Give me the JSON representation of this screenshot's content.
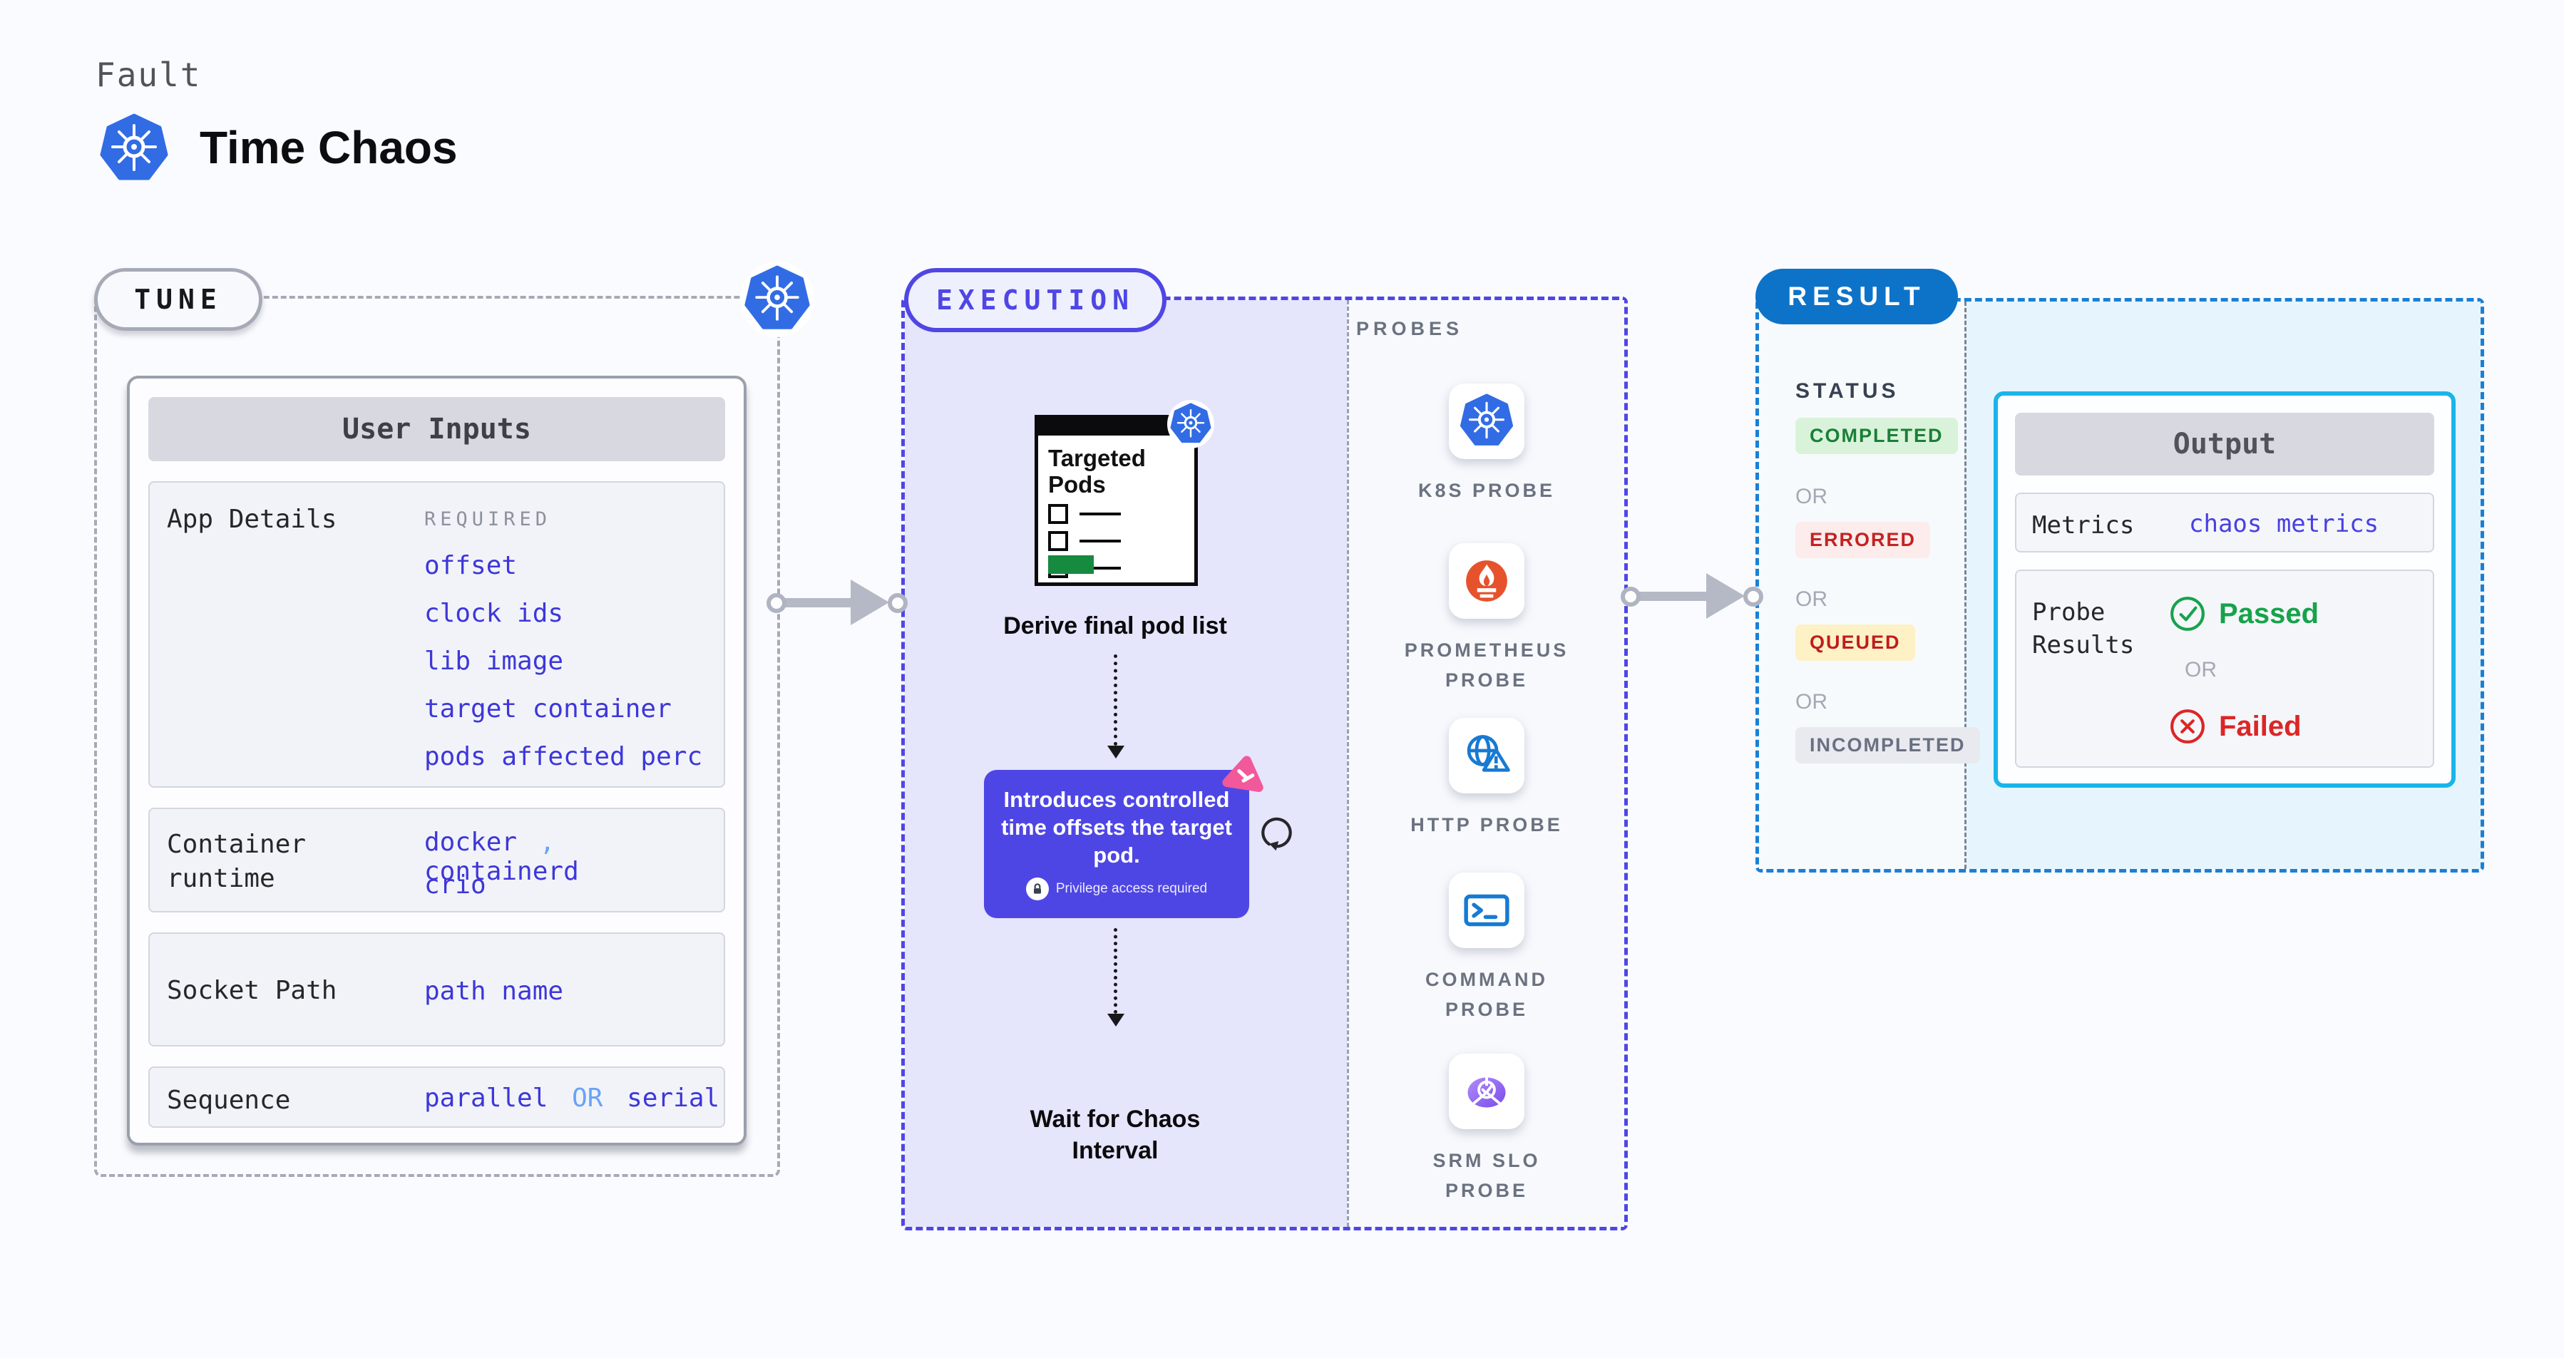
{
  "header": {
    "eyebrow": "Fault",
    "title": "Time Chaos"
  },
  "sections": {
    "tune": {
      "pill": "TUNE",
      "user_inputs": {
        "title": "User Inputs",
        "app_details": {
          "label": "App Details",
          "badge": "REQUIRED",
          "fields": [
            "offset",
            "clock ids",
            "lib image",
            "target container",
            "pods affected perc"
          ]
        },
        "container_runtime": {
          "label": "Container\nruntime",
          "part_a": "docker",
          "sep": ",",
          "part_b": "containerd",
          "line2": "crio"
        },
        "socket_path": {
          "label": "Socket Path",
          "value": "path name"
        },
        "sequence": {
          "label": "Sequence",
          "a": "parallel",
          "or": "OR",
          "b": "serial"
        }
      }
    },
    "execution": {
      "pill": "EXECUTION",
      "targeted_pods_title": "Targeted Pods",
      "derive_label": "Derive final pod list",
      "info_card": {
        "text": "Introduces controlled time offsets the target pod.",
        "note": "Privilege access required"
      },
      "wait_label": "Wait for Chaos Interval",
      "probes": {
        "title": "PROBES",
        "items": [
          {
            "label": "K8S PROBE",
            "icon": "kubernetes-icon"
          },
          {
            "label": "PROMETHEUS PROBE",
            "icon": "prometheus-icon"
          },
          {
            "label": "HTTP PROBE",
            "icon": "http-globe-warning-icon"
          },
          {
            "label": "COMMAND PROBE",
            "icon": "terminal-icon"
          },
          {
            "label": "SRM SLO PROBE",
            "icon": "slo-pie-check-icon"
          }
        ]
      }
    },
    "result": {
      "pill": "RESULT",
      "status_title": "STATUS",
      "or": "OR",
      "statuses": [
        {
          "label": "COMPLETED",
          "bg": "#d9f3da",
          "color": "#1a7f37"
        },
        {
          "label": "ERRORED",
          "bg": "#fcecec",
          "color": "#c42222"
        },
        {
          "label": "QUEUED",
          "bg": "#fdf1c5",
          "color": "#bf1d1d"
        },
        {
          "label": "INCOMPLETED",
          "bg": "#e9eaef",
          "color": "#697083"
        }
      ],
      "output": {
        "title": "Output",
        "metrics_label": "Metrics",
        "metrics_value": "chaos metrics",
        "probe_results_label": "Probe\nResults",
        "passed": "Passed",
        "failed": "Failed"
      }
    }
  },
  "colors": {
    "background": "#fafbfe",
    "accent_indigo": "#4f46e5",
    "execution_panel": "#e5e5fb",
    "result_blue": "#0d73c9",
    "result_border": "#1b80d4",
    "output_border": "#19b5ea",
    "value_blue": "#3d37d9",
    "value_lightblue": "#69a3f7",
    "passed_green": "#16a34a",
    "failed_red": "#dc2626",
    "kubernetes_blue": "#326ce5",
    "prometheus_orange": "#e6522c",
    "info_card_purple": "#4e46e4",
    "pink_badge": "#f2599b",
    "targeted_pods_green": "#168a3f",
    "arrow_gray": "#b5b9c6"
  }
}
